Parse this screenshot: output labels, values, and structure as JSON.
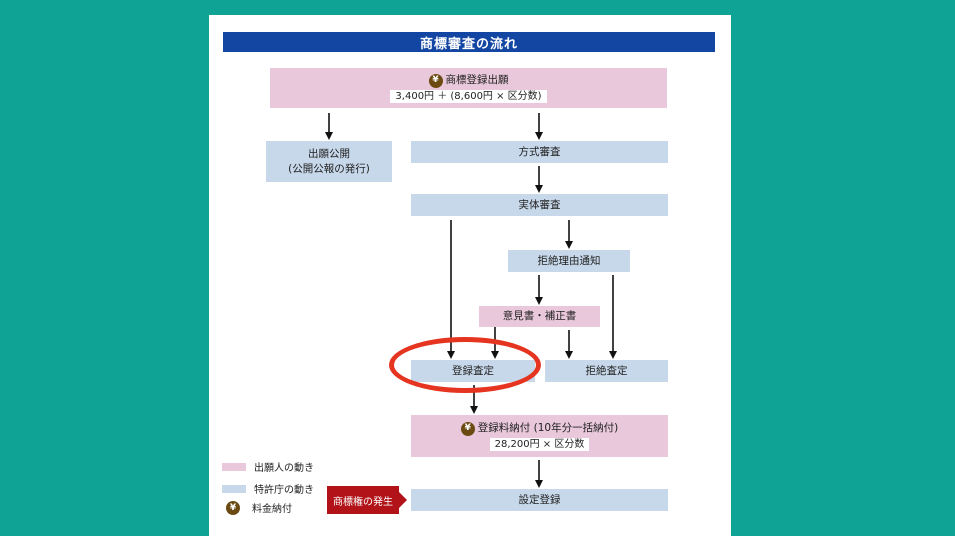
{
  "title": "商標審査の流れ",
  "application": {
    "label": "商標登録出願",
    "fee": "3,400円 ＋ (8,600円 × 区分数)"
  },
  "publication": {
    "line1": "出願公開",
    "line2": "(公開公報の発行)"
  },
  "formality": "方式審査",
  "substantive": "実体審査",
  "refusal_notice": "拒絶理由通知",
  "opinion": "意見書・補正書",
  "registration_decision": "登録査定",
  "refusal_decision": "拒絶査定",
  "payment": {
    "label": "登録料納付 (10年分一括納付)",
    "fee": "28,200円 × 区分数"
  },
  "set_registration": "設定登録",
  "rights_arise": "商標権の発生",
  "legend": {
    "applicant": "出願人の動き",
    "office": "特許庁の動き",
    "fee": "料金納付",
    "yen_symbol": "¥"
  },
  "colors": {
    "background": "#0fa396",
    "header": "#1346a3",
    "applicant_box": "#e8c8da",
    "office_box": "#c7d8ea",
    "rights_badge": "#b11319",
    "highlight_ring": "#e5341f"
  }
}
